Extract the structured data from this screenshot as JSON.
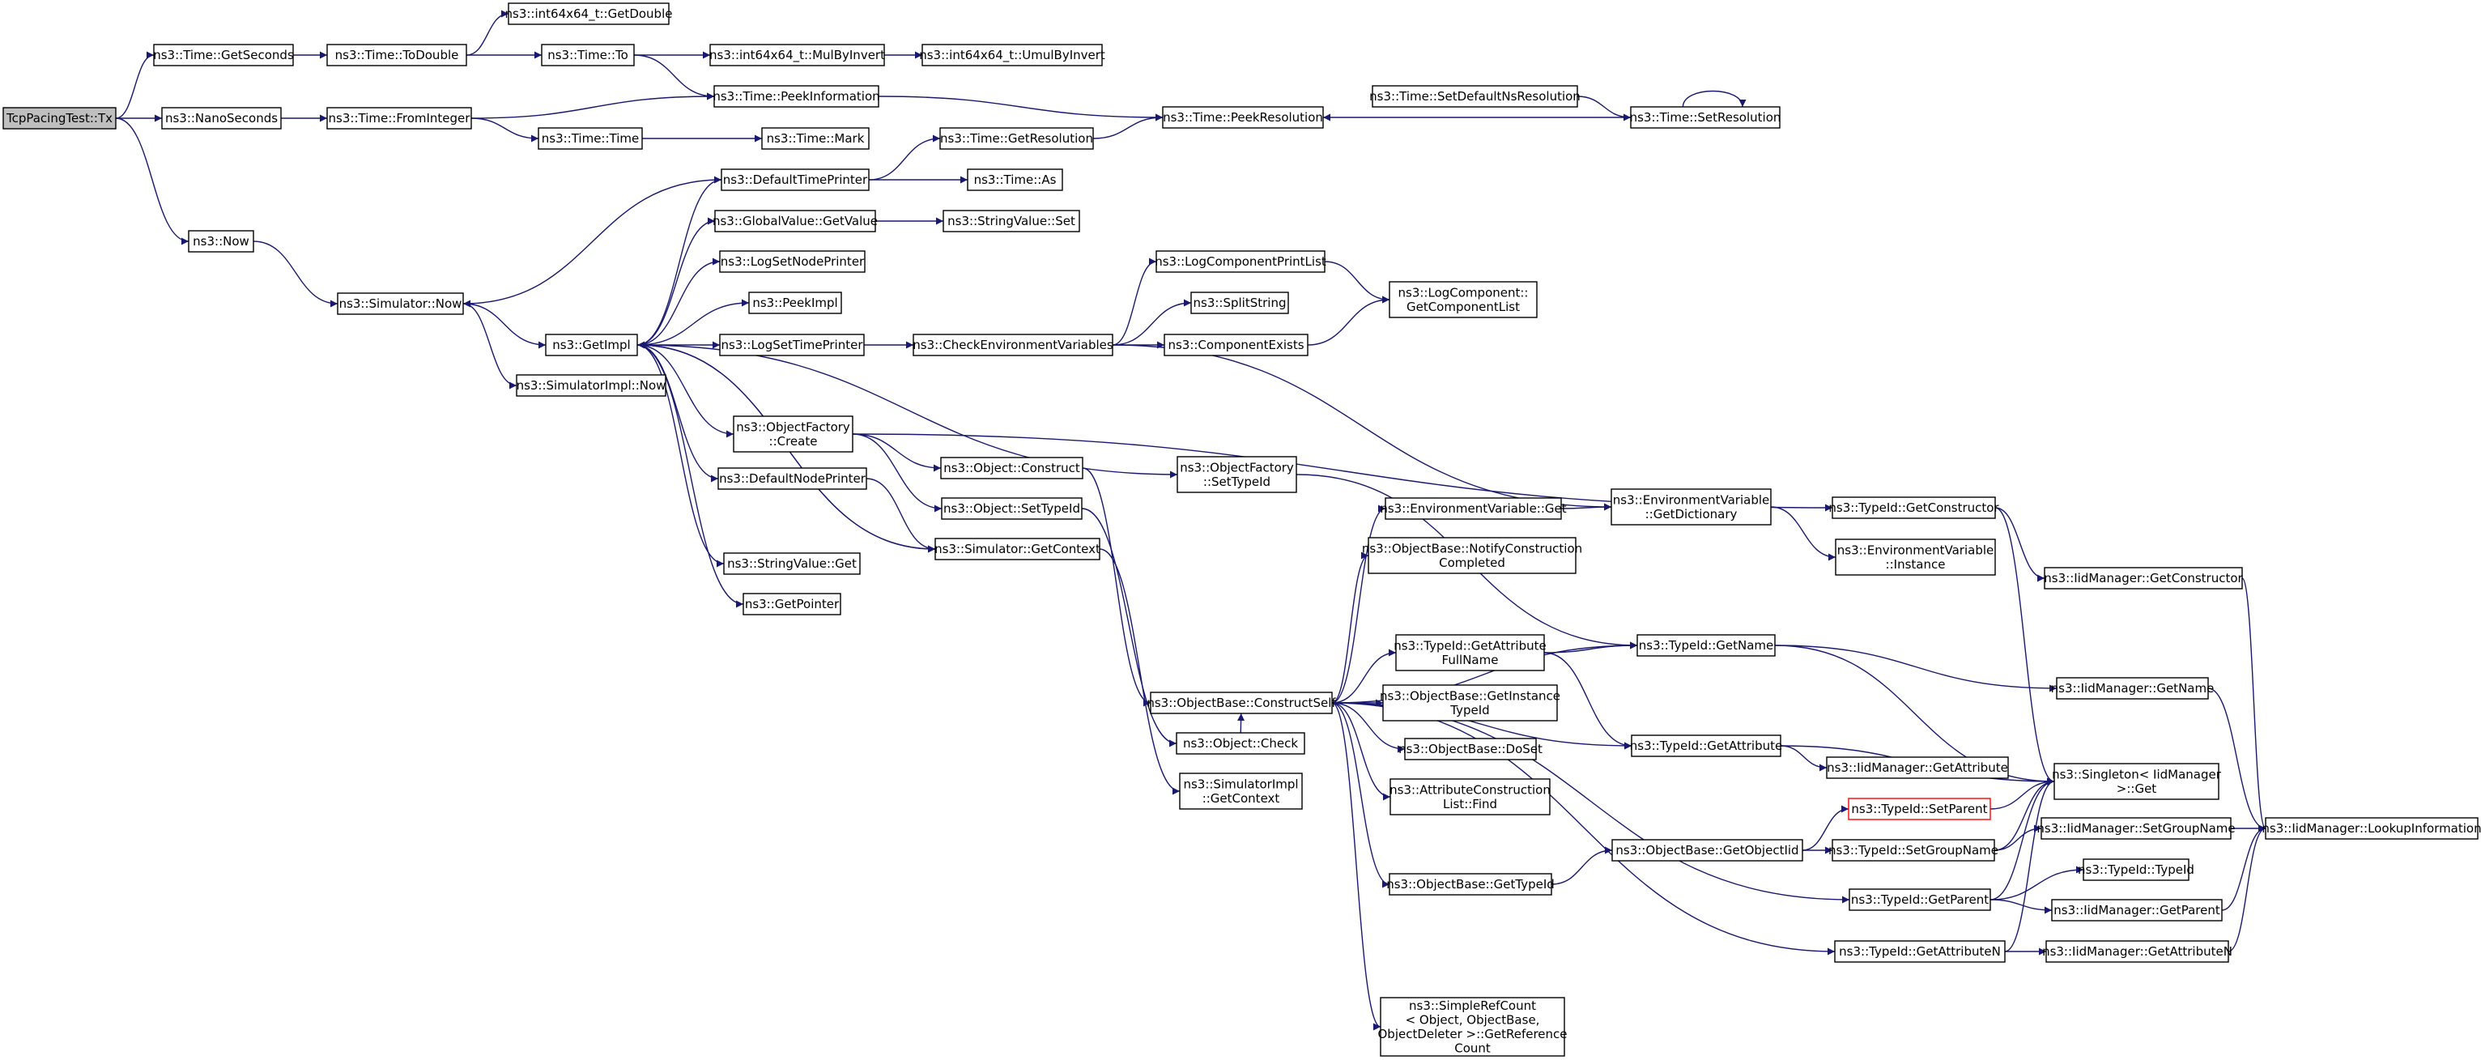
{
  "nodes": [
    {
      "id": "tx",
      "lines": [
        "TcpPacingTest::Tx"
      ],
      "style": "root"
    },
    {
      "id": "getseconds",
      "lines": [
        "ns3::Time::GetSeconds"
      ]
    },
    {
      "id": "nanoseconds",
      "lines": [
        "ns3::NanoSeconds"
      ]
    },
    {
      "id": "now",
      "lines": [
        "ns3::Now"
      ]
    },
    {
      "id": "todouble",
      "lines": [
        "ns3::Time::ToDouble"
      ]
    },
    {
      "id": "getdouble",
      "lines": [
        "ns3::int64x64_t::GetDouble"
      ]
    },
    {
      "id": "timeto",
      "lines": [
        "ns3::Time::To"
      ]
    },
    {
      "id": "mulbyinvert",
      "lines": [
        "ns3::int64x64_t::MulByInvert"
      ]
    },
    {
      "id": "umulbyinvert",
      "lines": [
        "ns3::int64x64_t::UmulByInvert"
      ]
    },
    {
      "id": "peekinformation",
      "lines": [
        "ns3::Time::PeekInformation"
      ]
    },
    {
      "id": "frominteger",
      "lines": [
        "ns3::Time::FromInteger"
      ]
    },
    {
      "id": "timetime",
      "lines": [
        "ns3::Time::Time"
      ]
    },
    {
      "id": "timemark",
      "lines": [
        "ns3::Time::Mark"
      ]
    },
    {
      "id": "peekresolution",
      "lines": [
        "ns3::Time::PeekResolution"
      ]
    },
    {
      "id": "setdefaultns",
      "lines": [
        "ns3::Time::SetDefaultNsResolution"
      ]
    },
    {
      "id": "setresolution",
      "lines": [
        "ns3::Time::SetResolution"
      ]
    },
    {
      "id": "defaulttimeprinter",
      "lines": [
        "ns3::DefaultTimePrinter"
      ]
    },
    {
      "id": "getresolution",
      "lines": [
        "ns3::Time::GetResolution"
      ]
    },
    {
      "id": "timeas",
      "lines": [
        "ns3::Time::As"
      ]
    },
    {
      "id": "globalvalue",
      "lines": [
        "ns3::GlobalValue::GetValue"
      ]
    },
    {
      "id": "stringvalueset",
      "lines": [
        "ns3::StringValue::Set"
      ]
    },
    {
      "id": "logsetnodeprinter",
      "lines": [
        "ns3::LogSetNodePrinter"
      ]
    },
    {
      "id": "peekimpl",
      "lines": [
        "ns3::PeekImpl"
      ]
    },
    {
      "id": "simnow",
      "lines": [
        "ns3::Simulator::Now"
      ]
    },
    {
      "id": "getimpl",
      "lines": [
        "ns3::GetImpl"
      ]
    },
    {
      "id": "simimplnow",
      "lines": [
        "ns3::SimulatorImpl::Now"
      ]
    },
    {
      "id": "logsettimeprinter",
      "lines": [
        "ns3::LogSetTimePrinter"
      ]
    },
    {
      "id": "checkenv",
      "lines": [
        "ns3::CheckEnvironmentVariables"
      ]
    },
    {
      "id": "logcompprintlist",
      "lines": [
        "ns3::LogComponentPrintList"
      ]
    },
    {
      "id": "splitstring",
      "lines": [
        "ns3::SplitString"
      ]
    },
    {
      "id": "componentexists",
      "lines": [
        "ns3::ComponentExists"
      ]
    },
    {
      "id": "logcompgetlist",
      "lines": [
        "ns3::LogComponent::",
        "GetComponentList"
      ]
    },
    {
      "id": "objfactorycreate",
      "lines": [
        "ns3::ObjectFactory",
        "::Create"
      ]
    },
    {
      "id": "objfactorysettypeid",
      "lines": [
        "ns3::ObjectFactory",
        "::SetTypeId"
      ]
    },
    {
      "id": "objectconstruct",
      "lines": [
        "ns3::Object::Construct"
      ]
    },
    {
      "id": "defaultnodeprinter",
      "lines": [
        "ns3::DefaultNodePrinter"
      ]
    },
    {
      "id": "objectsettypeid",
      "lines": [
        "ns3::Object::SetTypeId"
      ]
    },
    {
      "id": "simgetcontext",
      "lines": [
        "ns3::Simulator::GetContext"
      ]
    },
    {
      "id": "stringvalueget",
      "lines": [
        "ns3::StringValue::Get"
      ]
    },
    {
      "id": "getpointer",
      "lines": [
        "ns3::GetPointer"
      ]
    },
    {
      "id": "envvarget",
      "lines": [
        "ns3::EnvironmentVariable::Get"
      ]
    },
    {
      "id": "envvargetdict",
      "lines": [
        "ns3::EnvironmentVariable",
        "::GetDictionary"
      ]
    },
    {
      "id": "envvarinstance",
      "lines": [
        "ns3::EnvironmentVariable",
        "::Instance"
      ]
    },
    {
      "id": "notifyconstruction",
      "lines": [
        "ns3::ObjectBase::NotifyConstruction",
        "Completed"
      ]
    },
    {
      "id": "typeidgetconstructor",
      "lines": [
        "ns3::TypeId::GetConstructor"
      ]
    },
    {
      "id": "iidmgrgetconstructor",
      "lines": [
        "ns3::IidManager::GetConstructor"
      ]
    },
    {
      "id": "typeidgetattrfullname",
      "lines": [
        "ns3::TypeId::GetAttribute",
        "FullName"
      ]
    },
    {
      "id": "typeidgetname",
      "lines": [
        "ns3::TypeId::GetName"
      ]
    },
    {
      "id": "constructself",
      "lines": [
        "ns3::ObjectBase::ConstructSelf"
      ]
    },
    {
      "id": "getinstancetypeid",
      "lines": [
        "ns3::ObjectBase::GetInstance",
        "TypeId"
      ]
    },
    {
      "id": "iidmgrgetname",
      "lines": [
        "ns3::IidManager::GetName"
      ]
    },
    {
      "id": "objectcheck",
      "lines": [
        "ns3::Object::Check"
      ]
    },
    {
      "id": "doset",
      "lines": [
        "ns3::ObjectBase::DoSet"
      ]
    },
    {
      "id": "typeidgetattribute",
      "lines": [
        "ns3::TypeId::GetAttribute"
      ]
    },
    {
      "id": "iidmgrgetattribute",
      "lines": [
        "ns3::IidManager::GetAttribute"
      ]
    },
    {
      "id": "simimplgetcontext",
      "lines": [
        "ns3::SimulatorImpl",
        "::GetContext"
      ]
    },
    {
      "id": "attrconstructionfind",
      "lines": [
        "ns3::AttributeConstruction",
        "List::Find"
      ]
    },
    {
      "id": "singletonget",
      "lines": [
        "ns3::Singleton< IidManager",
        " >::Get"
      ]
    },
    {
      "id": "typeidsetparent",
      "lines": [
        "ns3::TypeId::SetParent"
      ],
      "style": "red"
    },
    {
      "id": "getobjectiid",
      "lines": [
        "ns3::ObjectBase::GetObjectIid"
      ]
    },
    {
      "id": "typeidsetgroupname",
      "lines": [
        "ns3::TypeId::SetGroupName"
      ]
    },
    {
      "id": "iidmgrsetgroupname",
      "lines": [
        "ns3::IidManager::SetGroupName"
      ]
    },
    {
      "id": "iidmgrlookup",
      "lines": [
        "ns3::IidManager::LookupInformation"
      ]
    },
    {
      "id": "objectbasegettypeid",
      "lines": [
        "ns3::ObjectBase::GetTypeId"
      ]
    },
    {
      "id": "typeidtypeid",
      "lines": [
        "ns3::TypeId::TypeId"
      ]
    },
    {
      "id": "typeidgetparent",
      "lines": [
        "ns3::TypeId::GetParent"
      ]
    },
    {
      "id": "iidmgrgetparent",
      "lines": [
        "ns3::IidManager::GetParent"
      ]
    },
    {
      "id": "typeidgetattributen",
      "lines": [
        "ns3::TypeId::GetAttributeN"
      ]
    },
    {
      "id": "iidmgrgetattributen",
      "lines": [
        "ns3::IidManager::GetAttributeN"
      ]
    },
    {
      "id": "simplerefcount",
      "lines": [
        "ns3::SimpleRefCount",
        "< Object, ObjectBase,",
        " ObjectDeleter >::GetReference",
        "Count"
      ]
    }
  ],
  "edges": [
    [
      "tx",
      "getseconds"
    ],
    [
      "tx",
      "nanoseconds"
    ],
    [
      "tx",
      "now"
    ],
    [
      "getseconds",
      "todouble"
    ],
    [
      "todouble",
      "getdouble"
    ],
    [
      "todouble",
      "timeto"
    ],
    [
      "timeto",
      "mulbyinvert"
    ],
    [
      "mulbyinvert",
      "umulbyinvert"
    ],
    [
      "timeto",
      "peekinformation"
    ],
    [
      "nanoseconds",
      "frominteger"
    ],
    [
      "frominteger",
      "peekinformation"
    ],
    [
      "frominteger",
      "timetime"
    ],
    [
      "timetime",
      "timemark"
    ],
    [
      "peekinformation",
      "peekresolution"
    ],
    [
      "setdefaultns",
      "setresolution"
    ],
    [
      "setresolution",
      "peekresolution"
    ],
    [
      "setresolution",
      "setresolution"
    ],
    [
      "now",
      "simnow"
    ],
    [
      "simnow",
      "getimpl"
    ],
    [
      "simnow",
      "simimplnow"
    ],
    [
      "getimpl",
      "defaulttimeprinter"
    ],
    [
      "defaulttimeprinter",
      "simnow"
    ],
    [
      "defaulttimeprinter",
      "getresolution"
    ],
    [
      "getresolution",
      "peekresolution"
    ],
    [
      "defaulttimeprinter",
      "timeas"
    ],
    [
      "getimpl",
      "globalvalue"
    ],
    [
      "globalvalue",
      "stringvalueset"
    ],
    [
      "getimpl",
      "logsetnodeprinter"
    ],
    [
      "getimpl",
      "peekimpl"
    ],
    [
      "getimpl",
      "logsettimeprinter"
    ],
    [
      "logsettimeprinter",
      "checkenv"
    ],
    [
      "checkenv",
      "logcompprintlist"
    ],
    [
      "checkenv",
      "splitstring"
    ],
    [
      "checkenv",
      "componentexists"
    ],
    [
      "logcompprintlist",
      "logcompgetlist"
    ],
    [
      "componentexists",
      "logcompgetlist"
    ],
    [
      "checkenv",
      "envvargetdict"
    ],
    [
      "getimpl",
      "objfactorycreate"
    ],
    [
      "getimpl",
      "objfactorysettypeid"
    ],
    [
      "getimpl",
      "defaultnodeprinter"
    ],
    [
      "getimpl",
      "simgetcontext"
    ],
    [
      "getimpl",
      "stringvalueget"
    ],
    [
      "getimpl",
      "getpointer"
    ],
    [
      "objfactorycreate",
      "objectconstruct"
    ],
    [
      "objfactorycreate",
      "objectsettypeid"
    ],
    [
      "objfactorycreate",
      "typeidgetconstructor"
    ],
    [
      "defaultnodeprinter",
      "simgetcontext"
    ],
    [
      "simgetcontext",
      "getimpl"
    ],
    [
      "objfactorysettypeid",
      "typeidgetname"
    ],
    [
      "objectconstruct",
      "constructself"
    ],
    [
      "objectsettypeid",
      "objectcheck"
    ],
    [
      "simgetcontext",
      "simimplgetcontext"
    ],
    [
      "envvarget",
      "envvargetdict"
    ],
    [
      "envvargetdict",
      "envvarinstance"
    ],
    [
      "typeidgetconstructor",
      "iidmgrgetconstructor"
    ],
    [
      "typeidgetconstructor",
      "singletonget"
    ],
    [
      "iidmgrgetconstructor",
      "iidmgrlookup"
    ],
    [
      "constructself",
      "envvarget"
    ],
    [
      "constructself",
      "notifyconstruction"
    ],
    [
      "constructself",
      "typeidgetname"
    ],
    [
      "constructself",
      "typeidgetattrfullname"
    ],
    [
      "constructself",
      "getinstancetypeid"
    ],
    [
      "constructself",
      "doset"
    ],
    [
      "constructself",
      "attrconstructionfind"
    ],
    [
      "constructself",
      "typeidgetattribute"
    ],
    [
      "constructself",
      "objectbasegettypeid"
    ],
    [
      "constructself",
      "typeidgetparent"
    ],
    [
      "constructself",
      "typeidgetattributen"
    ],
    [
      "constructself",
      "simplerefcount"
    ],
    [
      "typeidgetattrfullname",
      "typeidgetname"
    ],
    [
      "typeidgetattrfullname",
      "typeidgetattribute"
    ],
    [
      "typeidgetname",
      "iidmgrgetname"
    ],
    [
      "typeidgetname",
      "singletonget"
    ],
    [
      "iidmgrgetname",
      "iidmgrlookup"
    ],
    [
      "objectcheck",
      "constructself"
    ],
    [
      "typeidgetattribute",
      "iidmgrgetattribute"
    ],
    [
      "typeidgetattribute",
      "singletonget"
    ],
    [
      "objectbasegettypeid",
      "getobjectiid"
    ],
    [
      "getobjectiid",
      "typeidsetparent"
    ],
    [
      "getobjectiid",
      "typeidsetgroupname"
    ],
    [
      "typeidsetparent",
      "singletonget"
    ],
    [
      "typeidsetgroupname",
      "iidmgrsetgroupname"
    ],
    [
      "typeidsetgroupname",
      "singletonget"
    ],
    [
      "iidmgrsetgroupname",
      "iidmgrlookup"
    ],
    [
      "typeidgetparent",
      "typeidtypeid"
    ],
    [
      "typeidgetparent",
      "iidmgrgetparent"
    ],
    [
      "typeidgetparent",
      "singletonget"
    ],
    [
      "iidmgrgetparent",
      "iidmgrlookup"
    ],
    [
      "typeidgetattributen",
      "iidmgrgetattributen"
    ],
    [
      "typeidgetattributen",
      "singletonget"
    ],
    [
      "iidmgrgetattributen",
      "iidmgrlookup"
    ]
  ]
}
